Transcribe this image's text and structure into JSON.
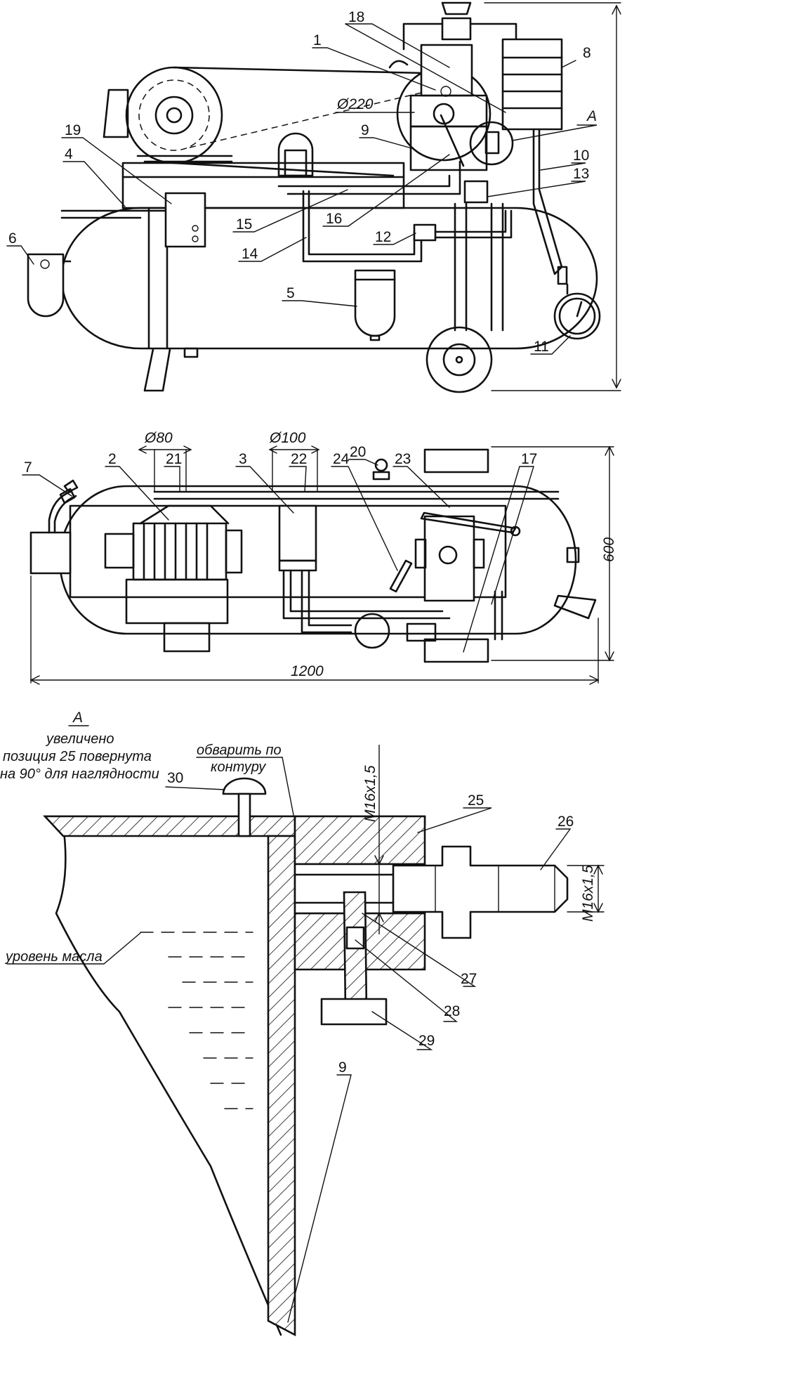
{
  "callouts": {
    "n1": "1",
    "n2": "2",
    "n3": "3",
    "n4": "4",
    "n5": "5",
    "n6": "6",
    "n7": "7",
    "n8": "8",
    "n9": "9",
    "n9b": "9",
    "n10": "10",
    "n11": "11",
    "n12": "12",
    "n13": "13",
    "n14": "14",
    "n15": "15",
    "n16": "16",
    "n17": "17",
    "n18": "18",
    "n19": "19",
    "n20": "20",
    "n21": "21",
    "n22": "22",
    "n23": "23",
    "n24": "24",
    "n25": "25",
    "n26": "26",
    "n27": "27",
    "n28": "28",
    "n29": "29",
    "n30": "30",
    "A": "A"
  },
  "dimensions": {
    "d220": "Ø220",
    "d80": "Ø80",
    "d100": "Ø100",
    "width600": "600",
    "length1200": "1200",
    "thread_vertical": "M16x1,5",
    "thread_fitting": "M16x1,5"
  },
  "detail": {
    "title": "A",
    "line1": "увеличено",
    "line2": "позиция 25 повернута",
    "line3": "на 90° для наглядности",
    "weld_line1": "обварить по",
    "weld_line2": "контуру",
    "oil_level": "уровень масла"
  }
}
